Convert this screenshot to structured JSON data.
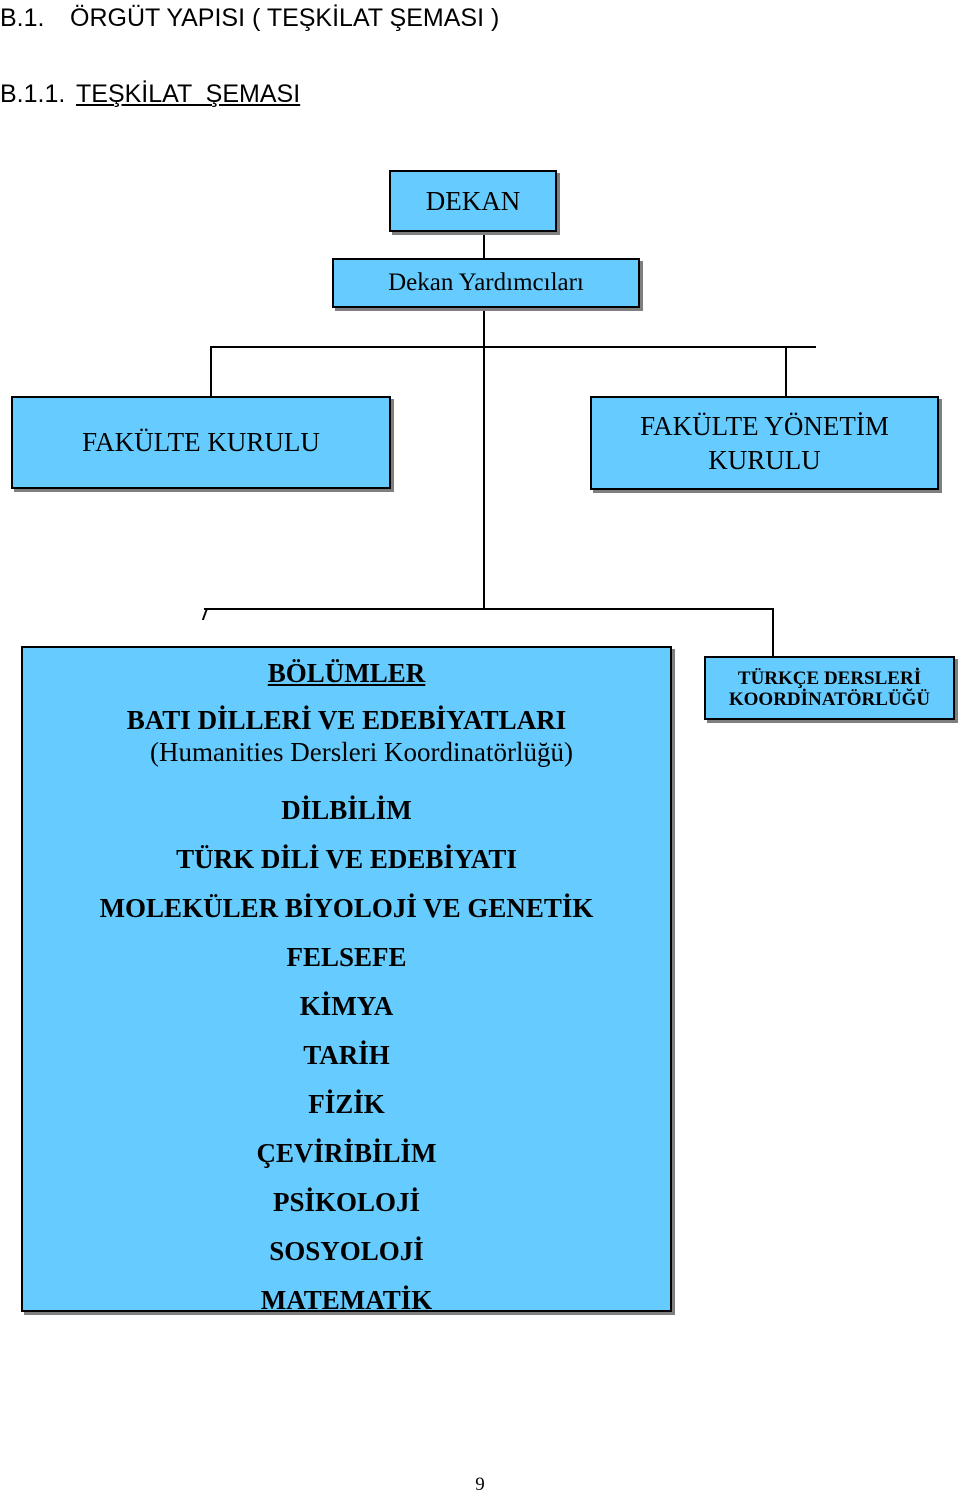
{
  "heading": {
    "section_number": "B.1.",
    "section_title": "ÖRGÜT YAPISI ( TEŞKİLAT ŞEMASI )",
    "subsection_number": "B.1.1.",
    "subsection_title": "TEŞKİLAT  ŞEMASI"
  },
  "chart": {
    "dekan": "DEKAN",
    "dekan_yardimcilari": "Dekan Yardımcıları",
    "fakulte_kurulu": "FAKÜLTE KURULU",
    "fakulte_yonetim_kurulu": [
      "FAKÜLTE YÖNETİM",
      "KURULU"
    ],
    "bolumler": {
      "title": "BÖLÜMLER",
      "first_department": "BATI DİLLERİ VE EDEBİYATLARI",
      "first_department_note": "(Humanities Dersleri Koordinatörlüğü)",
      "departments": [
        "DİLBİLİM",
        "TÜRK DİLİ VE EDEBİYATI",
        "MOLEKÜLER BİYOLOJİ VE GENETİK",
        "FELSEFE",
        "KİMYA",
        "TARİH",
        "FİZİK",
        "ÇEVİRİBİLİM",
        "PSİKOLOJİ",
        "SOSYOLOJİ",
        "MATEMATİK"
      ]
    },
    "turkce_dersleri": [
      "TÜRKÇE DERSLERİ",
      "KOORDİNATÖRLÜĞÜ"
    ]
  },
  "page_number": "9",
  "colors": {
    "box_fill": "#66ccff",
    "box_border": "#000000",
    "shadow": "#7f7f7f"
  }
}
